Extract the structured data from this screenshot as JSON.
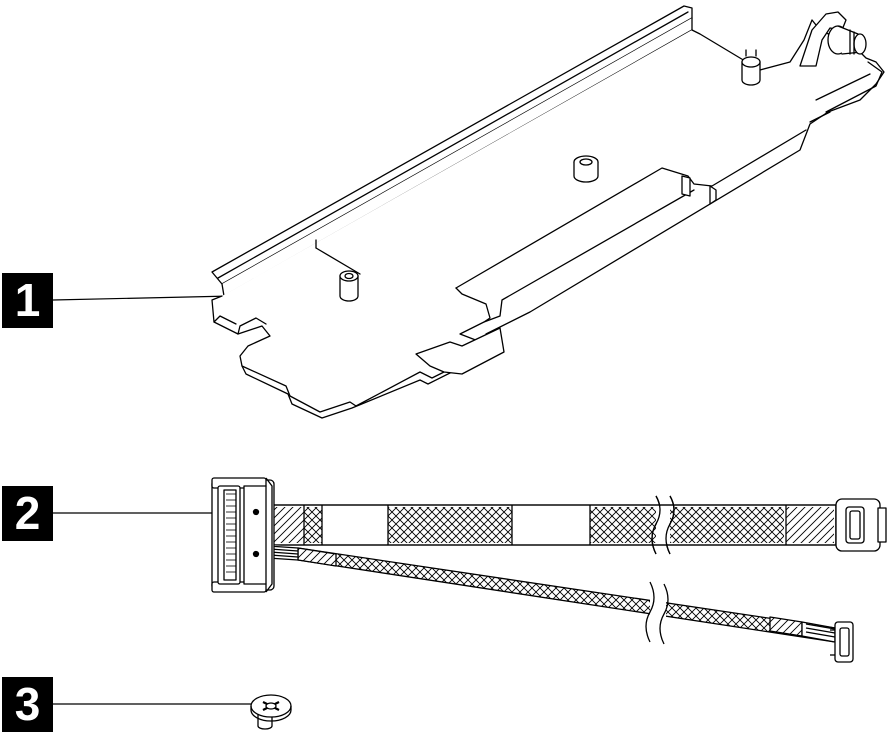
{
  "callouts": [
    {
      "number": "1"
    },
    {
      "number": "2"
    },
    {
      "number": "3"
    }
  ],
  "colors": {
    "line": "#000000",
    "background": "#ffffff",
    "callout_fill": "#000000",
    "callout_text": "#ffffff"
  }
}
